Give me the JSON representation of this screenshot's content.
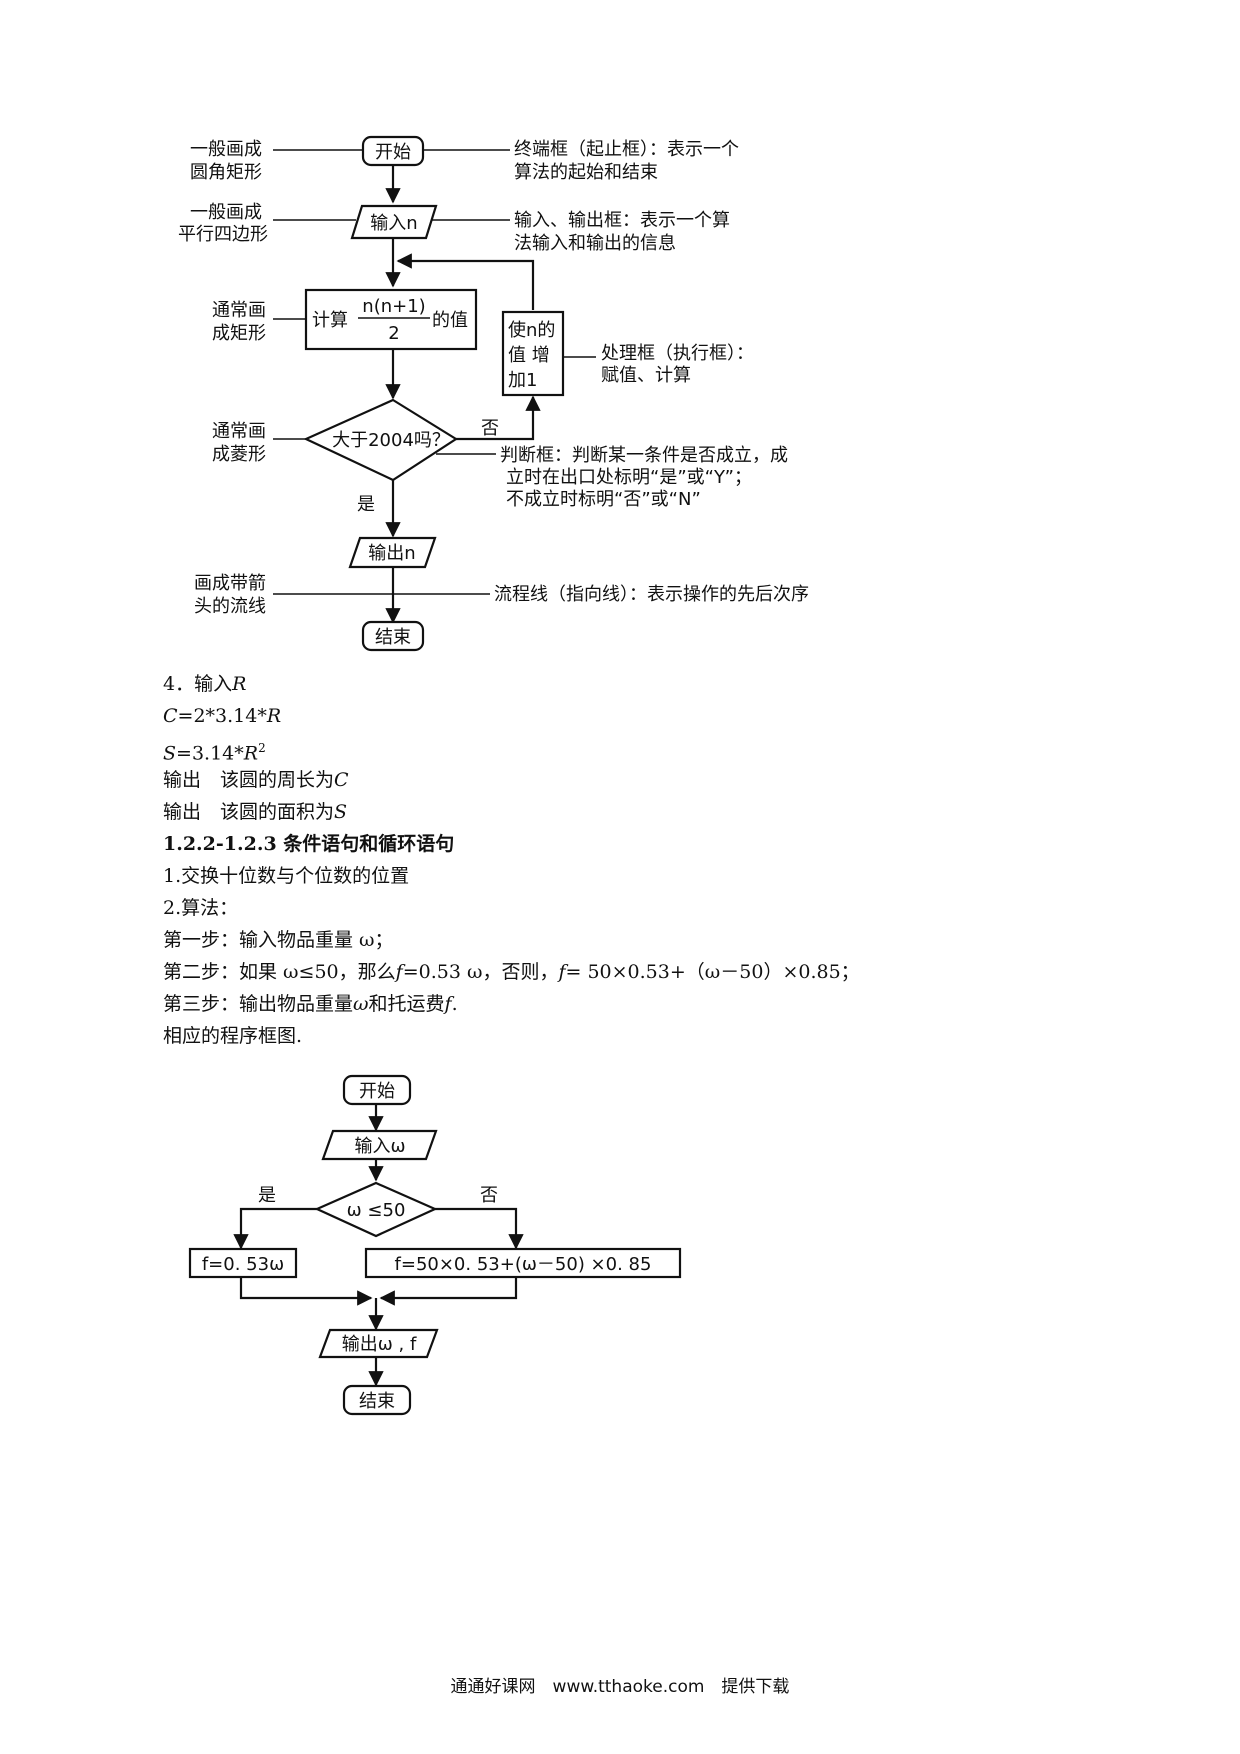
{
  "flowchart1": {
    "nodes": {
      "start": "开始",
      "input": "输入n",
      "compute_prefix": "计算",
      "compute_num": "n(n+1)",
      "compute_den": "2",
      "compute_suffix": "的值",
      "increment_l1": "使n的",
      "increment_l2": "值 增",
      "increment_l3": "加1",
      "decision": "大于2004吗？",
      "output": "输出n",
      "end": "结束"
    },
    "branch_yes": "是",
    "branch_no": "否",
    "left_notes": {
      "terminal_l1": "一般画成",
      "terminal_l2": "圆角矩形",
      "io_l1": "一般画成",
      "io_l2": "平行四边形",
      "process_l1": "通常画",
      "process_l2": "成矩形",
      "decision_l1": "通常画",
      "decision_l2": "成菱形",
      "flowline_l1": "画成带箭",
      "flowline_l2": "头的流线"
    },
    "right_notes": {
      "terminal_l1": "终端框（起止框）：表示一个",
      "terminal_l2": "算法的起始和结束",
      "io_l1": "输入、输出框：表示一个算",
      "io_l2": "法输入和输出的信息",
      "process_l1": "处理框（执行框）：",
      "process_l2": "赋值、计算",
      "decision_l1": "判断框：判断某一条件是否成立，成",
      "decision_l2": "立时在出口处标明“是”或“Y”；",
      "decision_l3": "不成立时标明“否”或“N”",
      "flowline": "流程线（指向线）：表示操作的先后次序"
    }
  },
  "text": {
    "line1": "4．输入",
    "line1_var": "R",
    "line2_var1": "C",
    "line2_mid": "=2*3.14*",
    "line2_var2": "R",
    "line3_var1": "S",
    "line3_mid": "=3.14*",
    "line3_var2": "R",
    "line3_exp": "2",
    "line4": "输出　该圆的周长为",
    "line4_var": "C",
    "line5": "输出　该圆的面积为",
    "line5_var": "S",
    "heading": "1.2.2-1.2.3 条件语句和循环语句",
    "item1": "1.交换十位数与个位数的位置",
    "item2": "2.算法：",
    "step1": "第一步：输入物品重量 ω；",
    "step2_a": "第二步：如果 ω≤50，那么",
    "step2_f1": "f",
    "step2_b": "=0.53 ω，否则，",
    "step2_f2": "f",
    "step2_c": "= 50×0.53+（ω－50）×0.85；",
    "step3_a": "第三步：输出物品重量",
    "step3_w": "ω",
    "step3_b": "和托运费",
    "step3_f": "f",
    "step3_c": ".",
    "caption": "相应的程序框图."
  },
  "flowchart2": {
    "start": "开始",
    "input": "输入ω",
    "decision": "ω ≤50",
    "yes": "是",
    "no": "否",
    "assign_yes": "f=0. 53ω",
    "assign_no": "f=50×0. 53+(ω－50) ×0. 85",
    "output": "输出ω , f",
    "end": "结束"
  },
  "footer": "通通好课网　www.tthaoke.com　提供下载"
}
